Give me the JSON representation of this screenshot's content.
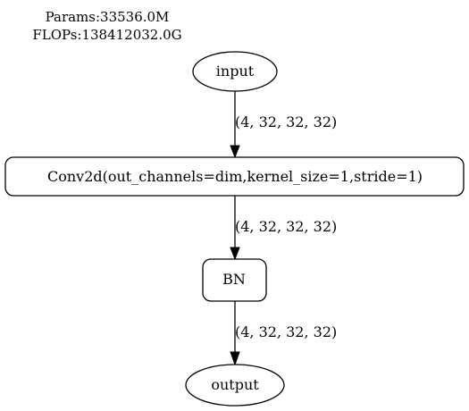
{
  "stats": {
    "params": "Params:33536.0M",
    "flops": "FLOPs:138412032.0G"
  },
  "nodes": {
    "input": "input",
    "conv": "Conv2d(out_channels=dim,kernel_size=1,stride=1)",
    "bn": "BN",
    "output": "output"
  },
  "edges": {
    "input_to_conv": "(4, 32, 32, 32)",
    "conv_to_bn": "(4, 32, 32, 32)",
    "bn_to_output": "(4, 32, 32, 32)"
  }
}
